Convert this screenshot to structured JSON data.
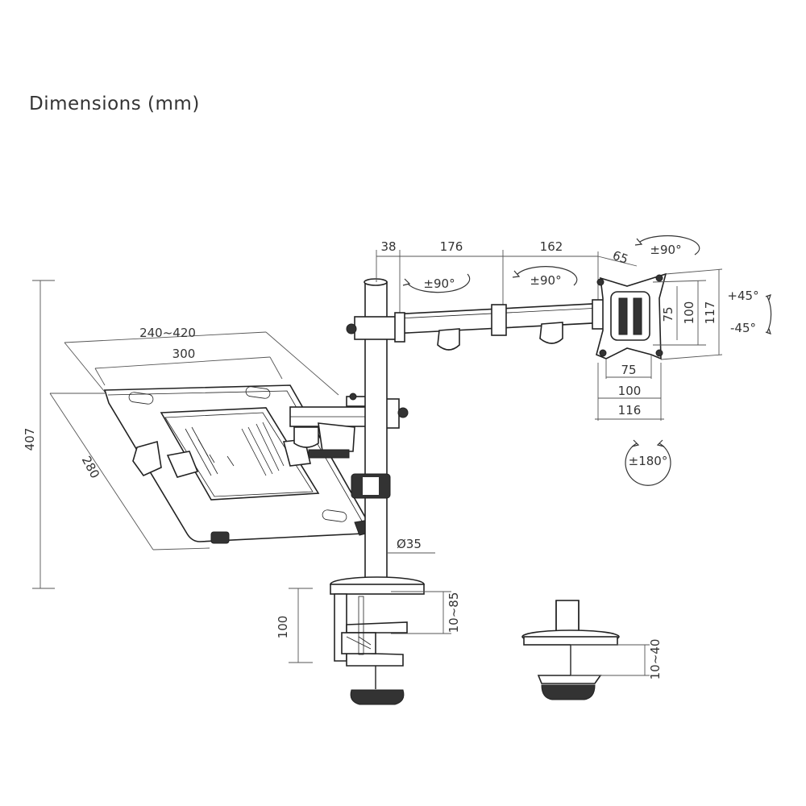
{
  "title": "Dimensions (mm)",
  "dimensions": {
    "height_total": "407",
    "tray_depth": "280",
    "tray_width_range": "240~420",
    "tray_width": "300",
    "seg_38": "38",
    "seg_176": "176",
    "seg_162": "162",
    "seg_65": "65",
    "rot_90_a": "±90°",
    "rot_90_b": "±90°",
    "rot_90_c": "±90°",
    "tilt_plus": "+45°",
    "tilt_minus": "-45°",
    "vesa_v75": "75",
    "vesa_v100": "100",
    "vesa_v117": "117",
    "vesa_h75": "75",
    "vesa_h100": "100",
    "vesa_h116": "116",
    "swivel_180": "±180°",
    "pole_diameter": "Ø35",
    "clamp_height": "100",
    "clamp_range": "10~85",
    "grommet_range": "10~40"
  }
}
